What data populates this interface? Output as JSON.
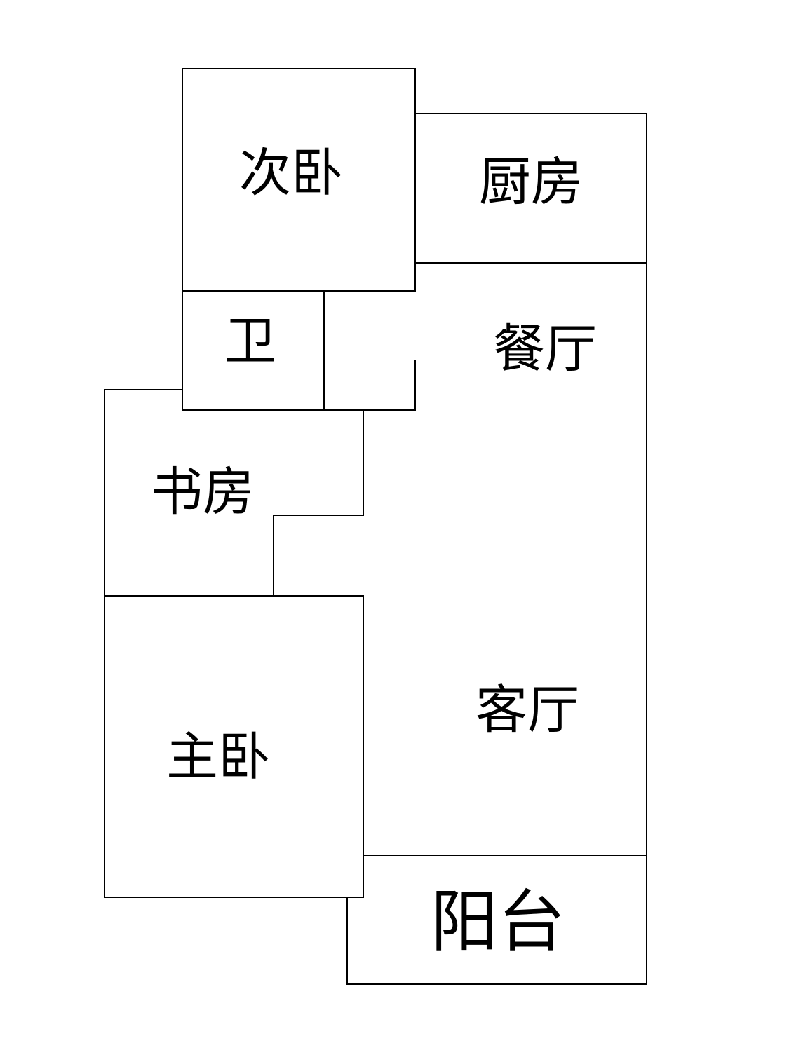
{
  "floorplan": {
    "rooms": {
      "second_bedroom": "次卧",
      "kitchen": "厨房",
      "bathroom": "卫",
      "dining_room": "餐厅",
      "study": "书房",
      "living_room": "客厅",
      "master_bedroom": "主卧",
      "balcony": "阳台"
    },
    "colors": {
      "wall": "#000000",
      "background": "#ffffff"
    }
  }
}
